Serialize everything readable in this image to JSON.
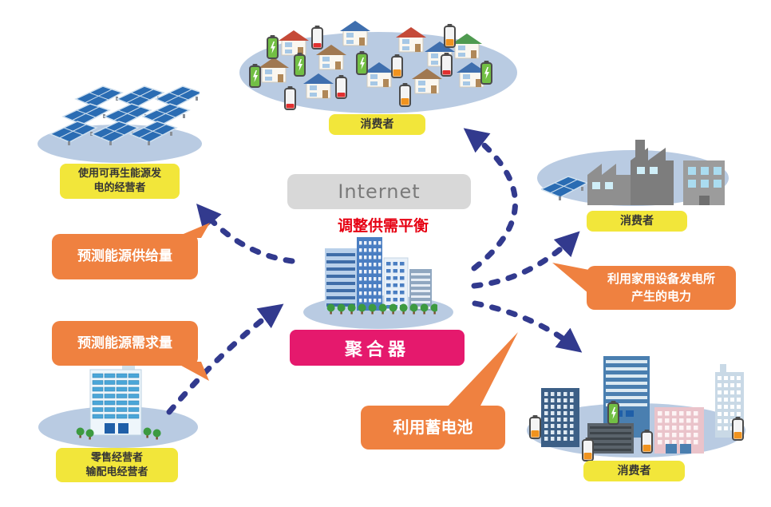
{
  "internet": {
    "label": "Internet"
  },
  "center": {
    "balance_text": "调整供需平衡",
    "aggregator_label": "聚合器"
  },
  "labels": {
    "top_consumer": "消费者",
    "right_consumer": "消费者",
    "bottom_consumer": "消费者",
    "solar_operator": "使用可再生能源发\n电的经营者",
    "retail_operator": "零售经营者\n输配电经营者"
  },
  "callouts": {
    "supply_forecast": "预测能源供给量",
    "demand_forecast": "预测能源需求量",
    "home_generation": "利用家用设备发电所\n产生的电力",
    "storage_battery": "利用蓄电池"
  },
  "colors": {
    "arrow_navy": "#323a8e",
    "callout_orange": "#ef8140",
    "label_yellow": "#f2e63a",
    "aggregator_pink": "#e5196d",
    "ellipse_blue": "#b9cbe2",
    "internet_gray": "#d8d8d8",
    "balance_red": "#e60012",
    "battery_full_green": "#72bf44",
    "battery_low_red": "#e03030",
    "battery_mid_orange": "#f0931f"
  }
}
